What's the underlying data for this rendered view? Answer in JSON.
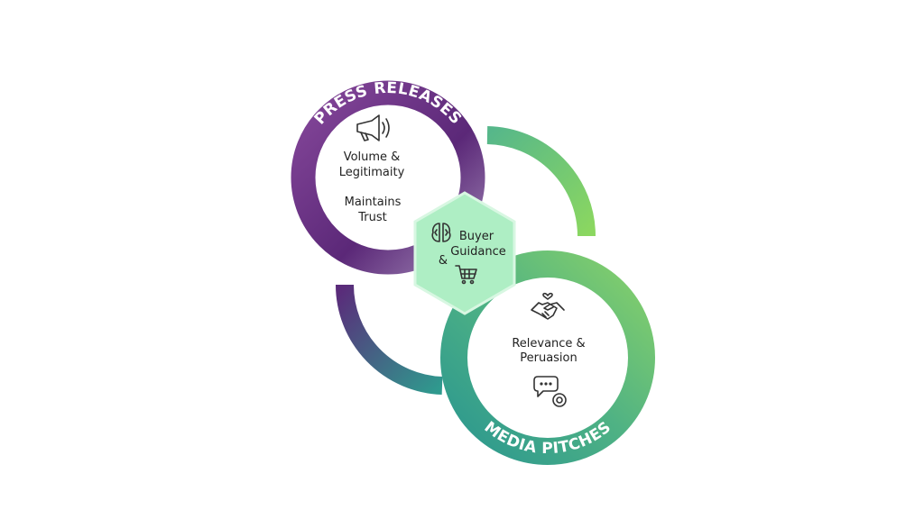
{
  "press_releases": {
    "title": "PRESS RELEASES",
    "line1": "Volume &",
    "line2": "Legitimaity",
    "line3": "Maintains",
    "line4": "Trust",
    "icon": "megaphone-icon",
    "color_start": "#7a3a8e",
    "color_end": "#4a1f6a"
  },
  "media_pitches": {
    "title": "MEDIA PITCHES",
    "line1": "Relevance &",
    "line2": "Peruasion",
    "icons": [
      "handshake-heart-icon",
      "chat-gear-icon"
    ],
    "color_start": "#7dcc6a",
    "color_end": "#2e9a8e"
  },
  "center": {
    "line1": "Buyer",
    "line2": "Guidance",
    "amp": "&",
    "icons": [
      "brain-icon",
      "shopping-cart-icon"
    ],
    "color": "#aeeec4"
  }
}
